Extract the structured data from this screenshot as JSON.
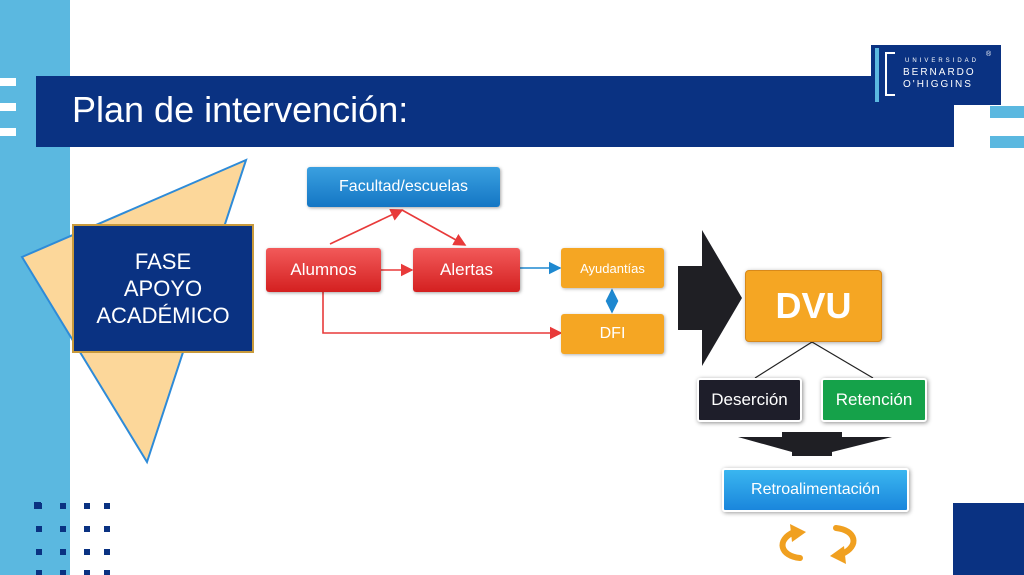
{
  "slide": {
    "title": "Plan de intervención:"
  },
  "logo": {
    "line1": "UNIVERSIDAD",
    "line2": "BERNARDO",
    "line3": "O'HIGGINS",
    "registered": "®"
  },
  "phase_box": {
    "line1": "FASE",
    "line2": "APOYO",
    "line3": "ACADÉMICO"
  },
  "nodes": {
    "facultad": "Facultad/escuelas",
    "alumnos": "Alumnos",
    "alertas": "Alertas",
    "ayudantias": "Ayudantías",
    "dfi": "DFI",
    "dvu": "DVU",
    "desercion": "Deserción",
    "retencion": "Retención",
    "retroalimentacion": "Retroalimentación"
  },
  "colors": {
    "navy": "#0a3282",
    "light_blue": "#5bb8e0",
    "red": "#e83a3a",
    "orange": "#f5a623",
    "blue_node": "#1e88d0",
    "green": "#15a24a",
    "dark_node": "#1e1e2a",
    "dark_arrow": "#1f1f24",
    "triangle_fill": "#fcd79a"
  }
}
